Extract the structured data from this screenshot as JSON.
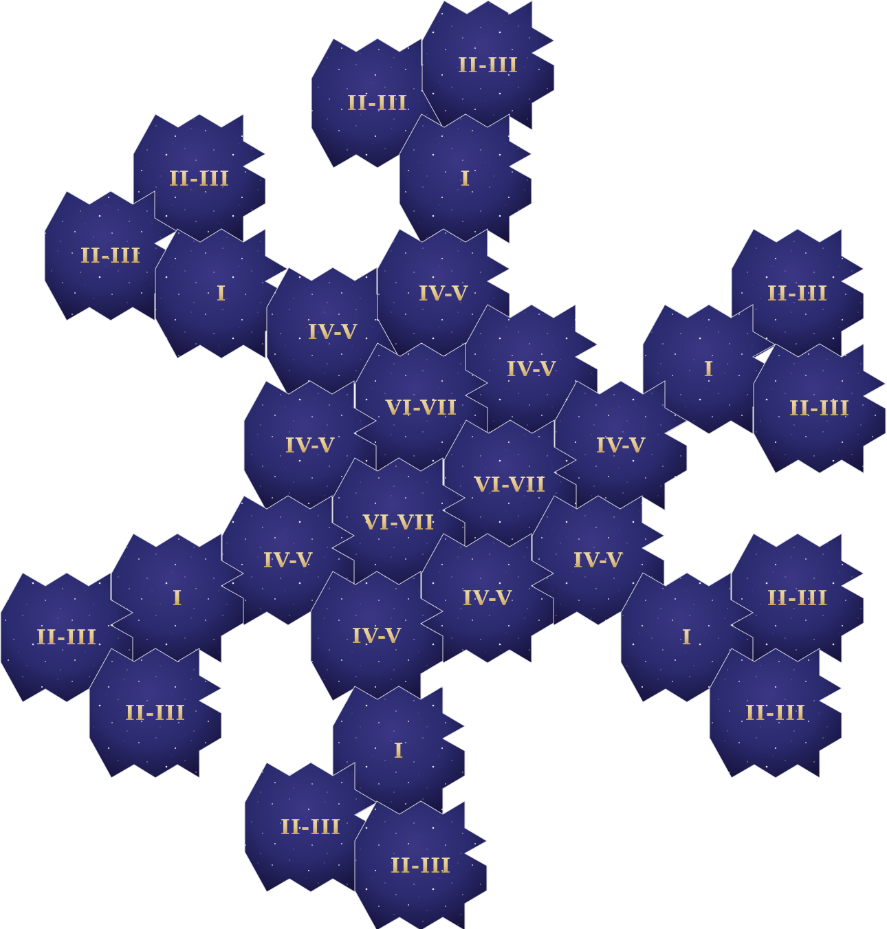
{
  "board": {
    "colors": {
      "space_dark": "#141036",
      "space_mid": "#2a2a6e",
      "space_light": "#3b3784",
      "star": "#ffffff",
      "gold_light": "#f4e4b4",
      "gold_dark": "#b08a47",
      "border": "#d9d9e6"
    },
    "tiles": [
      {
        "id": "t1",
        "label": "II-III"
      },
      {
        "id": "t2",
        "label": "II-III"
      },
      {
        "id": "t3",
        "label": "I"
      },
      {
        "id": "t4",
        "label": "II-III"
      },
      {
        "id": "t5",
        "label": "II-III"
      },
      {
        "id": "t6",
        "label": "I"
      },
      {
        "id": "t7",
        "label": "IV-V"
      },
      {
        "id": "t8",
        "label": "IV-V"
      },
      {
        "id": "t9",
        "label": "II-III"
      },
      {
        "id": "t10",
        "label": "I"
      },
      {
        "id": "t11",
        "label": "IV-V"
      },
      {
        "id": "t12",
        "label": "VI-VII"
      },
      {
        "id": "t13",
        "label": "II-III"
      },
      {
        "id": "t14",
        "label": "IV-V"
      },
      {
        "id": "t15",
        "label": "IV-V"
      },
      {
        "id": "t16",
        "label": "VI-VII"
      },
      {
        "id": "t17",
        "label": "VI-VII"
      },
      {
        "id": "t18",
        "label": "IV-V"
      },
      {
        "id": "t19",
        "label": "IV-V"
      },
      {
        "id": "t20",
        "label": "I"
      },
      {
        "id": "t21",
        "label": "IV-V"
      },
      {
        "id": "t22",
        "label": "II-III"
      },
      {
        "id": "t23",
        "label": "II-III"
      },
      {
        "id": "t24",
        "label": "IV-V"
      },
      {
        "id": "t25",
        "label": "I"
      },
      {
        "id": "t26",
        "label": "II-III"
      },
      {
        "id": "t27",
        "label": "II-III"
      },
      {
        "id": "t28",
        "label": "I"
      },
      {
        "id": "t29",
        "label": "II-III"
      },
      {
        "id": "t30",
        "label": "II-III"
      }
    ]
  }
}
